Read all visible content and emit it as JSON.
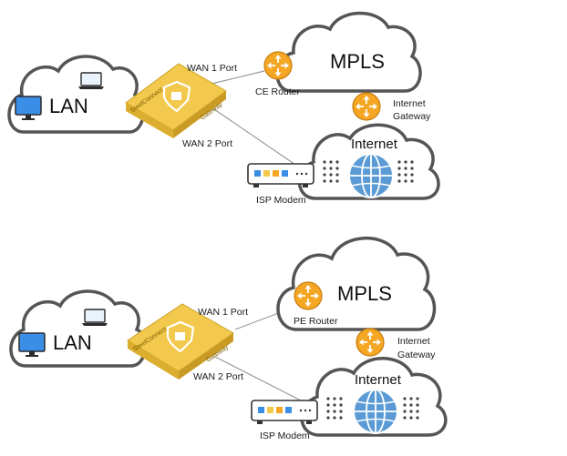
{
  "diagrams": [
    {
      "lan_label": "LAN",
      "mpls_label": "MPLS",
      "internet_label": "Internet",
      "wan1_label": "WAN 1 Port",
      "wan2_label": "WAN 2 Port",
      "router_label": "CE Router",
      "gateway_label_line1": "Internet",
      "gateway_label_line2": "Gateway",
      "modem_label": "ISP Modem",
      "gateway_device_text1": "SteelConnect",
      "gateway_device_text2": "Gateway"
    },
    {
      "lan_label": "LAN",
      "mpls_label": "MPLS",
      "internet_label": "Internet",
      "wan1_label": "WAN 1 Port",
      "wan2_label": "WAN 2 Port",
      "router_label": "PE Router",
      "gateway_label_line1": "Internet",
      "gateway_label_line2": "Gateway",
      "modem_label": "ISP Modem",
      "gateway_device_text1": "SteelConnect",
      "gateway_device_text2": "Gateway"
    }
  ],
  "colors": {
    "router_fill": "#f5a623",
    "gateway_fill": "#f2c94c",
    "monitor_blue": "#3a8ee6",
    "globe_blue": "#5b9bd5",
    "cloud_stroke": "#555555"
  }
}
